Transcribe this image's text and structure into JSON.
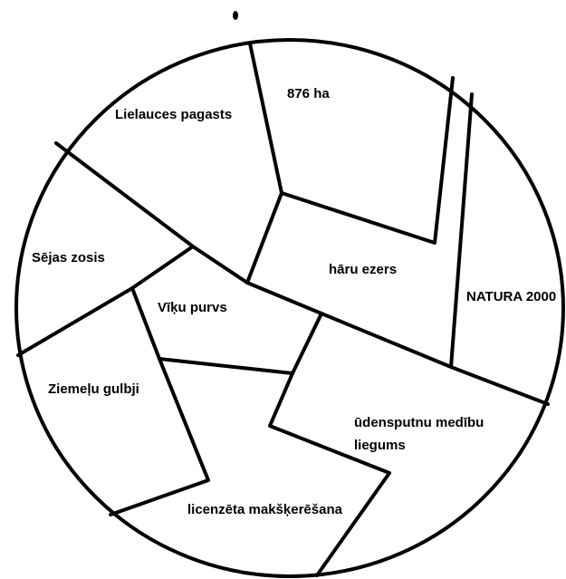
{
  "diagram": {
    "regions": [
      {
        "id": "lielauces",
        "label": "Lielauces pagasts"
      },
      {
        "id": "876ha",
        "label": "876 ha"
      },
      {
        "id": "haru-ezers",
        "label": "hāru ezers"
      },
      {
        "id": "natura",
        "label": "NATURA 2000"
      },
      {
        "id": "sejas-zosis",
        "label": "Sējas zosis"
      },
      {
        "id": "viku-purvs",
        "label": "Vīķu purvs"
      },
      {
        "id": "ziemelu-gulbji",
        "label": "Ziemeļu gulbji"
      },
      {
        "id": "udensputnu-1",
        "label": "ūdensputnu medību"
      },
      {
        "id": "udensputnu-2",
        "label": "liegums"
      },
      {
        "id": "licenzeta",
        "label": "licenzēta makšķerēšana"
      }
    ],
    "line_color": "#000000",
    "background_color": "#ffffff"
  }
}
